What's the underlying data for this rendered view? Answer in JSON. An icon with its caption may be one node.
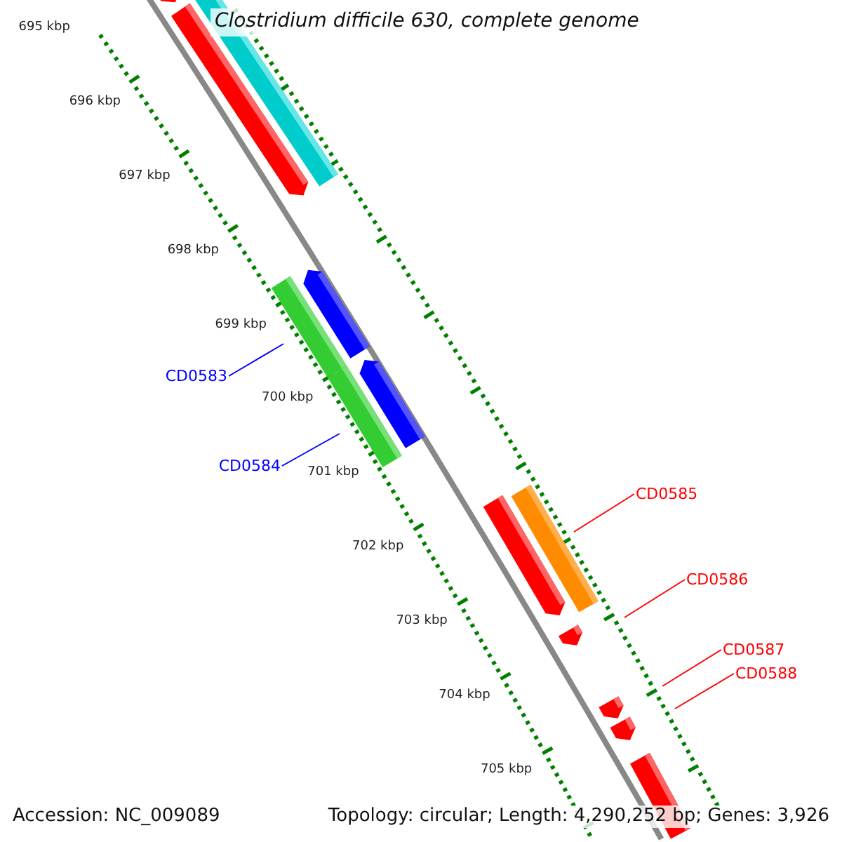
{
  "diagram": {
    "title": "Clostridium difficile 630, complete genome",
    "nodes": [
      {
        "text": [
          "CD0583"
        ]
      },
      {
        "text": [
          "CD0584"
        ]
      },
      {
        "text": [
          "CD0585"
        ]
      },
      {
        "text": [
          "CD0586"
        ]
      },
      {
        "text": [
          "CD0587"
        ]
      },
      {
        "text": [
          "CD0588"
        ]
      }
    ],
    "edges": [
      {
        "from": 0,
        "to": null,
        "arrow": "none",
        "color": "#0000ff"
      },
      {
        "from": 1,
        "to": null,
        "arrow": "none",
        "color": "#0000ff"
      },
      {
        "from": 2,
        "to": null,
        "arrow": "none"
      },
      {
        "from": 3,
        "to": null,
        "arrow": "none"
      },
      {
        "from": 4,
        "to": null,
        "arrow": "none"
      },
      {
        "from": 5,
        "to": null,
        "arrow": "none"
      }
    ],
    "labels": [
      "695 kbp",
      "696 kbp",
      "697 kbp",
      "698 kbp",
      "699 kbp",
      "700 kbp",
      "701 kbp",
      "702 kbp",
      "703 kbp",
      "704 kbp",
      "705 kbp",
      "Accession: NC_009089",
      "Topology: circular; Length: 4,290,252 bp; Genes: 3,926"
    ]
  }
}
